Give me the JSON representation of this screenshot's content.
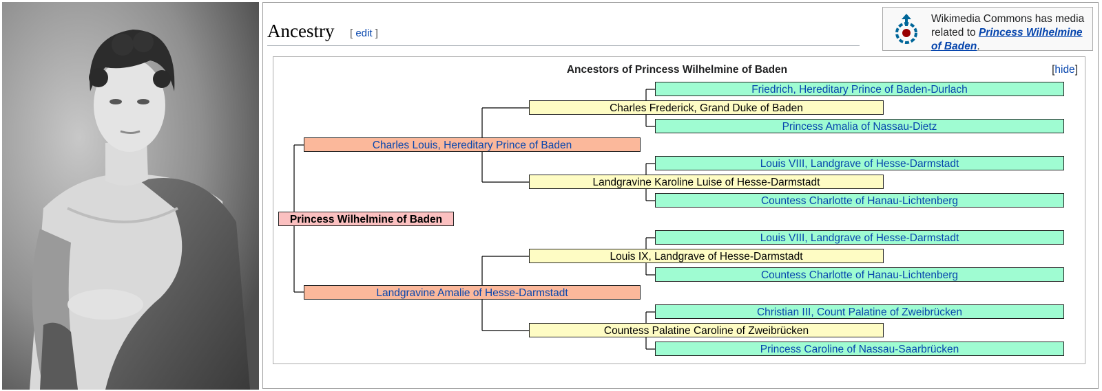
{
  "section": {
    "title": "Ancestry",
    "edit_open": "[",
    "edit_label": "edit",
    "edit_close": "]"
  },
  "commons": {
    "text": "Wikimedia Commons has media related to ",
    "link": "Princess Wilhelmine of Baden",
    "suffix": ".",
    "icon": "wikimedia-commons-logo"
  },
  "tree": {
    "title": "Ancestors of Princess Wilhelmine of Baden",
    "hide_open": "[",
    "hide_label": "hide",
    "hide_close": "]",
    "root": "Princess Wilhelmine of Baden",
    "parents": [
      "Charles Louis, Hereditary Prince of Baden",
      "Landgravine Amalie of Hesse-Darmstadt"
    ],
    "grandparents": [
      "Charles Frederick, Grand Duke of Baden",
      "Landgravine Karoline Luise of Hesse-Darmstadt",
      "Louis IX, Landgrave of Hesse-Darmstadt",
      "Countess Palatine Caroline of Zweibrücken"
    ],
    "great_grandparents": [
      "Friedrich, Hereditary Prince of Baden-Durlach",
      "Princess Amalia of Nassau-Dietz",
      "Louis VIII, Landgrave of Hesse-Darmstadt",
      "Countess Charlotte of Hanau-Lichtenberg",
      "Louis VIII, Landgrave of Hesse-Darmstadt",
      "Countess Charlotte of Hanau-Lichtenberg",
      "Christian III, Count Palatine of Zweibrücken",
      "Princess Caroline of Nassau-Saarbrücken"
    ],
    "colors": {
      "root": "#fbc0c0",
      "parent": "#fbb89b",
      "grandparent": "#fefcc4",
      "great_grandparent": "#9ffcd2",
      "link": "#0645ad"
    }
  },
  "portrait": {
    "kind": "grayscale engraved portrait of a woman"
  }
}
